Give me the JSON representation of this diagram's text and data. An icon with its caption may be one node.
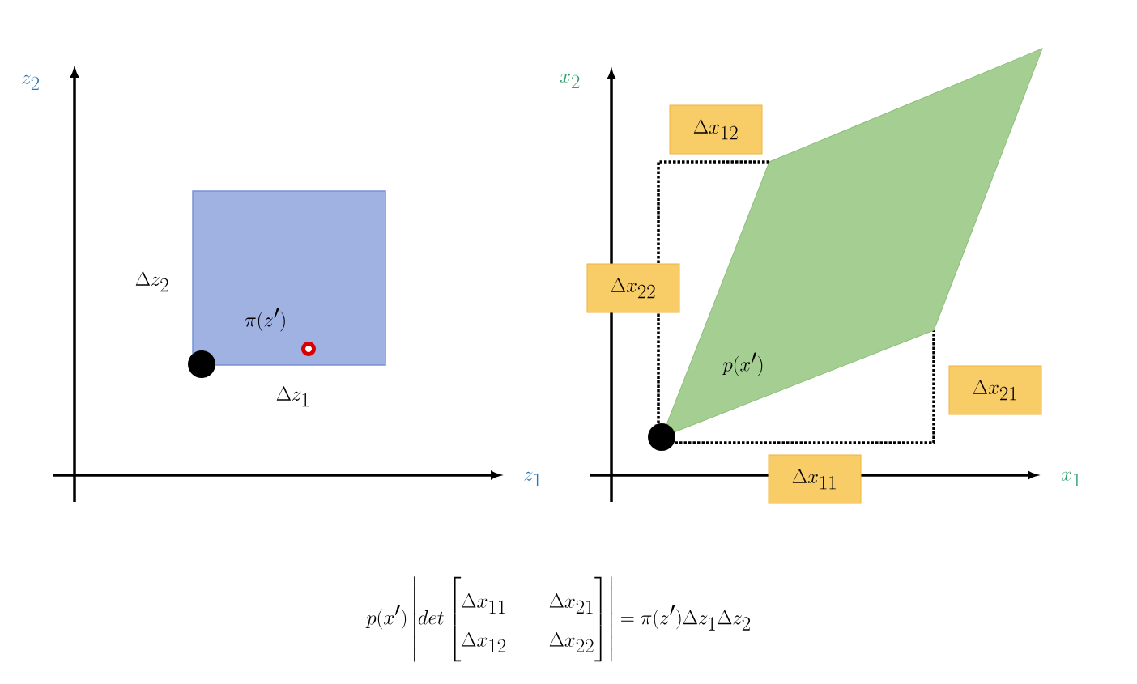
{
  "diagram": {
    "nodes": [
      {
        "text": [
          "\\pi(z')"
        ],
        "beside": [
          "\\Delta z_2",
          "\\Delta z_1"
        ]
      },
      {
        "text": [
          "p(x')"
        ]
      },
      {
        "text": [
          "\\Delta x_{12}"
        ]
      },
      {
        "text": [
          "\\Delta x_{22}"
        ]
      },
      {
        "text": [
          "\\Delta x_{21}"
        ]
      },
      {
        "text": [
          "\\Delta x_{11}"
        ]
      }
    ],
    "labels": [
      "z_2",
      "x_2",
      "z_1",
      "x_1",
      "p(x')\\left|det\\begin{bmatrix}\\Delta x_{11} & \\quad\\Delta x_{21}\\\\ \\Delta x_{12} & \\quad\\Delta x_{22}\\end{bmatrix}\\right| = \\pi(z')\\Delta z_1\\Delta z_2"
    ]
  }
}
